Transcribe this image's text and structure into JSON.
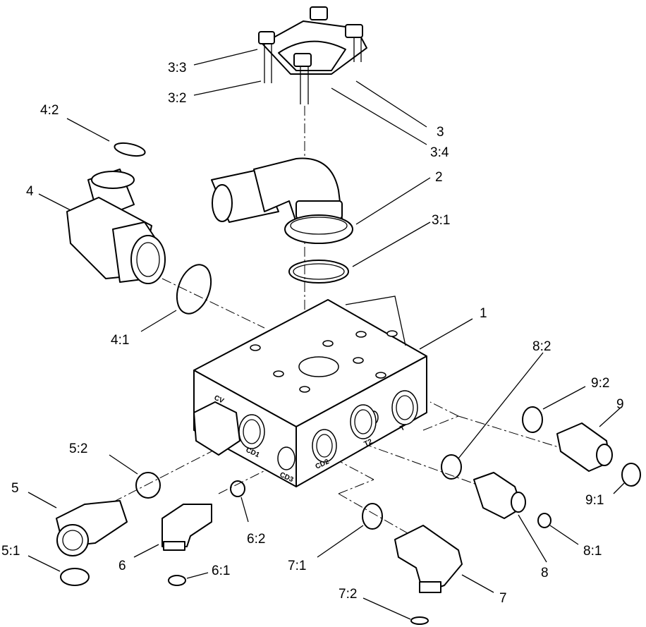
{
  "callouts": {
    "c1": "1",
    "c2": "2",
    "c3": "3",
    "c3_1": "3:1",
    "c3_2": "3:2",
    "c3_3": "3:3",
    "c3_4": "3:4",
    "c4": "4",
    "c4_1": "4:1",
    "c4_2": "4:2",
    "c5": "5",
    "c5_1": "5:1",
    "c5_2": "5:2",
    "c6": "6",
    "c6_1": "6:1",
    "c6_2": "6:2",
    "c7": "7",
    "c7_1": "7:1",
    "c7_2": "7:2",
    "c8": "8",
    "c8_1": "8:1",
    "c8_2": "8:2",
    "c9": "9",
    "c9_1": "9:1",
    "c9_2": "9:2"
  },
  "ports": {
    "cv": "CV",
    "cd1": "CD1",
    "cd2": "CD2",
    "cd3": "CD3",
    "t2": "T2",
    "t": "T"
  }
}
